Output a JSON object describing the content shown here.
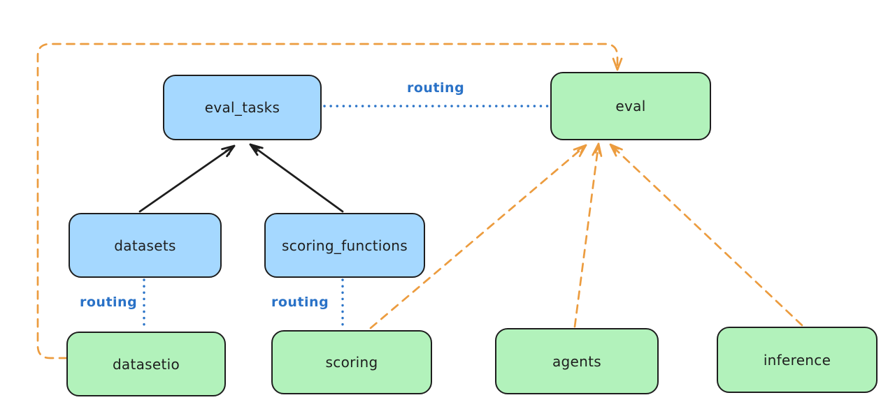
{
  "diagram": {
    "background_color": "#ffffff",
    "node_stroke_color": "#1e1e1e",
    "resource_fill_color": "#a5d8ff",
    "api_fill_color": "#b2f2bb",
    "routing_color": "#2b74c8",
    "provider_arrow_color": "#ec9c3f",
    "dependency_arrow_color": "#1e1e1e",
    "nodes": {
      "eval_tasks": {
        "label": "eval_tasks",
        "fill": "#a5d8ff"
      },
      "eval": {
        "label": "eval",
        "fill": "#b2f2bb"
      },
      "datasets": {
        "label": "datasets",
        "fill": "#a5d8ff"
      },
      "scoring_functions": {
        "label": "scoring_functions",
        "fill": "#a5d8ff"
      },
      "datasetio": {
        "label": "datasetio",
        "fill": "#b2f2bb"
      },
      "scoring": {
        "label": "scoring",
        "fill": "#b2f2bb"
      },
      "agents": {
        "label": "agents",
        "fill": "#b2f2bb"
      },
      "inference": {
        "label": "inference",
        "fill": "#b2f2bb"
      }
    },
    "edges": {
      "datasets_to_eval_tasks": {
        "from": "datasets",
        "to": "eval_tasks",
        "style": "solid",
        "color": "#1e1e1e",
        "label": ""
      },
      "scoring_functions_to_eval_tasks": {
        "from": "scoring_functions",
        "to": "eval_tasks",
        "style": "solid",
        "color": "#1e1e1e",
        "label": ""
      },
      "eval_tasks_to_eval": {
        "from": "eval_tasks",
        "to": "eval",
        "style": "dotted",
        "color": "#2b74c8",
        "label": "routing"
      },
      "datasets_to_datasetio": {
        "from": "datasets",
        "to": "datasetio",
        "style": "dotted",
        "color": "#2b74c8",
        "label": "routing"
      },
      "scoring_functions_to_scoring": {
        "from": "scoring_functions",
        "to": "scoring",
        "style": "dotted",
        "color": "#2b74c8",
        "label": "routing"
      },
      "datasetio_to_eval": {
        "from": "datasetio",
        "to": "eval",
        "style": "dashed",
        "color": "#ec9c3f",
        "label": ""
      },
      "scoring_to_eval": {
        "from": "scoring",
        "to": "eval",
        "style": "dashed",
        "color": "#ec9c3f",
        "label": ""
      },
      "agents_to_eval": {
        "from": "agents",
        "to": "eval",
        "style": "dashed",
        "color": "#ec9c3f",
        "label": ""
      },
      "inference_to_eval": {
        "from": "inference",
        "to": "eval",
        "style": "dashed",
        "color": "#ec9c3f",
        "label": ""
      }
    }
  }
}
